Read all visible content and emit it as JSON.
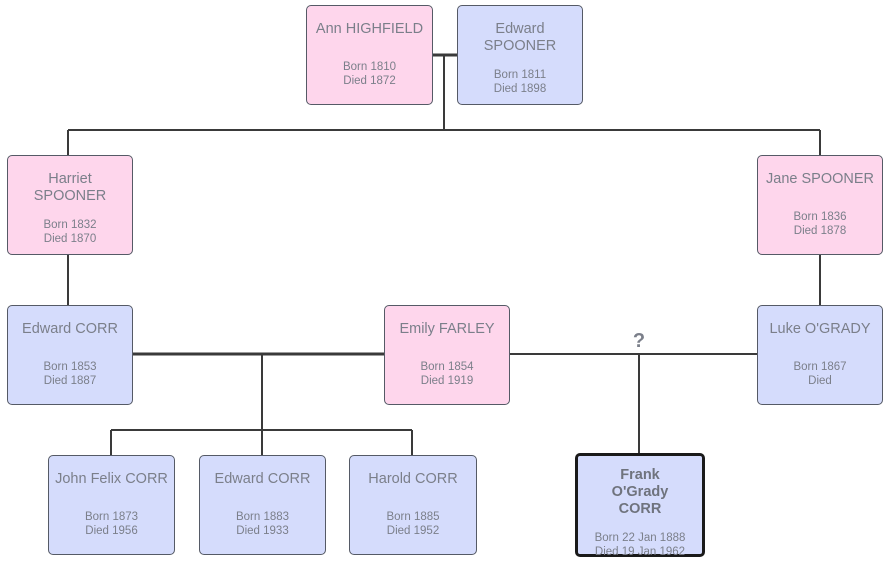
{
  "unknown_marker": "?",
  "people": [
    {
      "id": "ann",
      "name": "Ann HIGHFIELD",
      "born": "Born 1810",
      "died": "Died 1872",
      "sex": "female"
    },
    {
      "id": "edward-spooner",
      "name": "Edward SPOONER",
      "born": "Born 1811",
      "died": "Died 1898",
      "sex": "male"
    },
    {
      "id": "harriet",
      "name": "Harriet SPOONER",
      "born": "Born 1832",
      "died": "Died 1870",
      "sex": "female"
    },
    {
      "id": "jane",
      "name": "Jane SPOONER",
      "born": "Born 1836",
      "died": "Died 1878",
      "sex": "female"
    },
    {
      "id": "edward-corr-sr",
      "name": "Edward CORR",
      "born": "Born 1853",
      "died": "Died 1887",
      "sex": "male"
    },
    {
      "id": "emily",
      "name": "Emily FARLEY",
      "born": "Born 1854",
      "died": "Died 1919",
      "sex": "female"
    },
    {
      "id": "luke",
      "name": "Luke O'GRADY",
      "born": "Born 1867",
      "died": "Died",
      "sex": "male"
    },
    {
      "id": "john-felix",
      "name": "John Felix CORR",
      "born": "Born 1873",
      "died": "Died 1956",
      "sex": "male"
    },
    {
      "id": "edward-corr-jr",
      "name": "Edward CORR",
      "born": "Born 1883",
      "died": "Died 1933",
      "sex": "male"
    },
    {
      "id": "harold",
      "name": "Harold CORR",
      "born": "Born 1885",
      "died": "Died 1952",
      "sex": "male"
    },
    {
      "id": "frank",
      "name": "Frank O'Grady CORR",
      "born": "Born 22 Jan 1888",
      "died": "Died 19 Jan 1962",
      "sex": "male",
      "focus": true
    }
  ]
}
